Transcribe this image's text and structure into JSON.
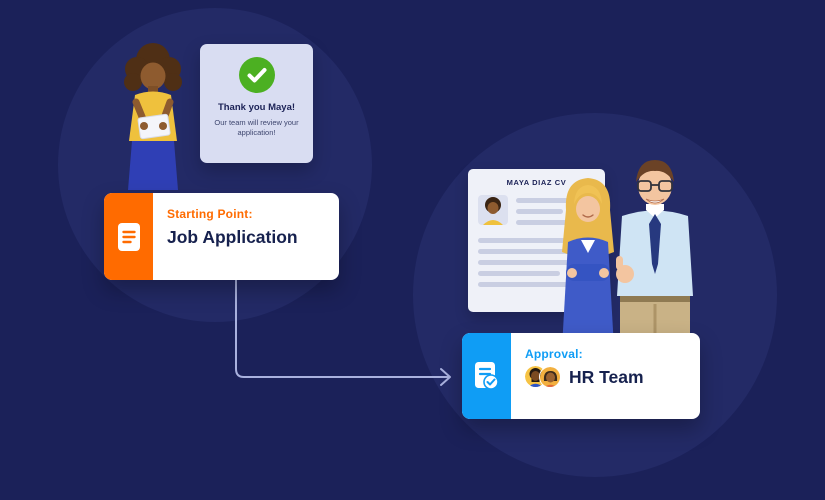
{
  "colors": {
    "background": "#1B2159",
    "background_circle": "#232A66",
    "orange": "#FF6B00",
    "blue": "#0F9DF5",
    "navy_text": "#16214E",
    "green": "#4CB022",
    "connector": "#A9B1DE",
    "speech_bg": "#D9DDF2"
  },
  "speech_card": {
    "icon": "check-circle-icon",
    "title": "Thank you Maya!",
    "body": "Our team will review your application!"
  },
  "start_card": {
    "icon": "document-icon",
    "label": "Starting Point:",
    "title": "Job Application"
  },
  "cv_document": {
    "title": "MAYA DIAZ CV",
    "photo": "maya-photo-avatar"
  },
  "approval_card": {
    "icon": "document-check-icon",
    "label": "Approval:",
    "title": "HR Team",
    "avatars": [
      "hr-member-avatar-1",
      "hr-member-avatar-2"
    ]
  }
}
